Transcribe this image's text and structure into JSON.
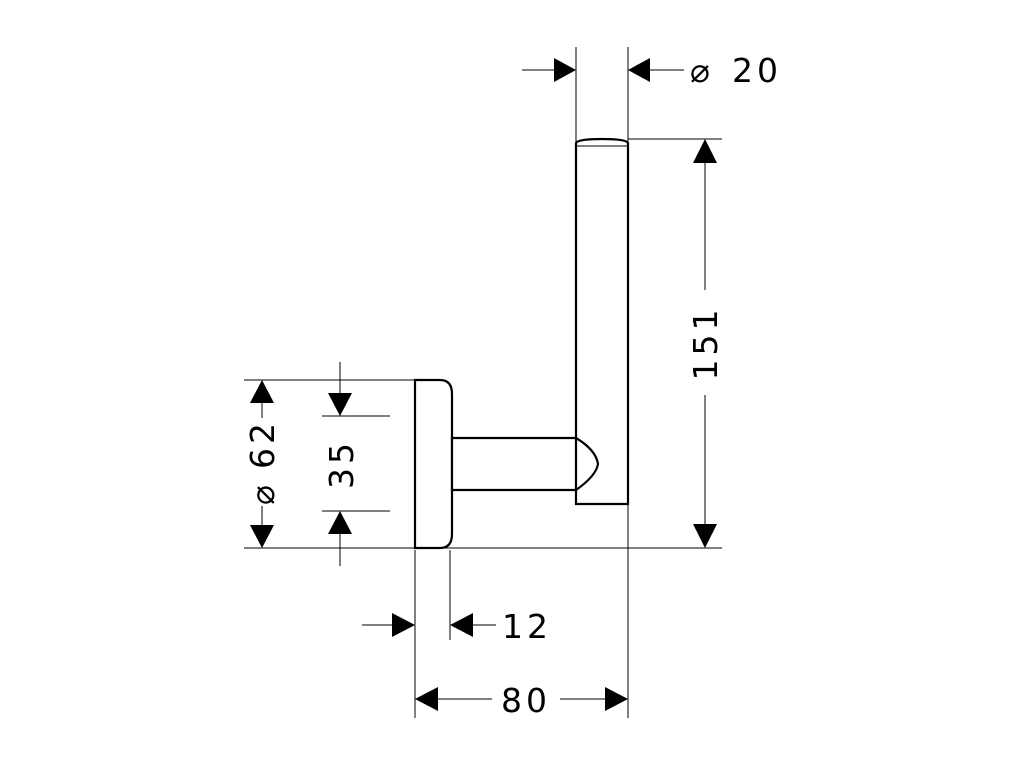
{
  "drawing": {
    "dimensions": {
      "tube_diameter": {
        "symbol": "⌀",
        "value": "20"
      },
      "height": {
        "value": "151"
      },
      "rosette_diameter": {
        "symbol": "⌀",
        "value": "62"
      },
      "arm_height": {
        "value": "35"
      },
      "rosette_depth": {
        "value": "12"
      },
      "projection": {
        "value": "80"
      }
    }
  }
}
